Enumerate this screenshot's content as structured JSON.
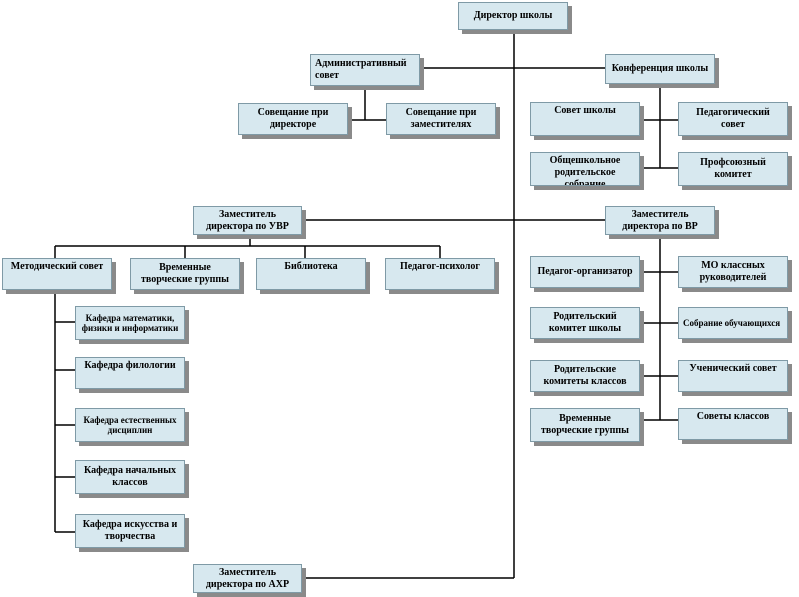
{
  "nodes": {
    "director": "Директор школы",
    "admin_council": "Административный совет",
    "conference": "Конференция школы",
    "meeting_director": "Совещание при директоре",
    "meeting_deputies": "Совещание при заместителях",
    "school_council": "Совет школы",
    "pedagogical_council": "Педагогический совет",
    "parent_committee": "Общешкольное родительское собрание",
    "trade_union": "Профсоюзный комитет",
    "deputy_uvr": "Заместитель директора по УВР",
    "deputy_vr": "Заместитель директора по ВР",
    "method_council": "Методический совет",
    "creative_groups_1": "Временные творческие группы",
    "library": "Библиотека",
    "psychologist": "Педагог-психолог",
    "dept_math": "Кафедра математики, физики и информатики",
    "dept_philology": "Кафедра филологии",
    "dept_science": "Кафедра естественных дисциплин",
    "dept_primary": "Кафедра начальных классов",
    "dept_art": "Кафедра искусства и творчества",
    "deputy_ahr": "Заместитель директора по АХР",
    "organizer": "Педагог-организатор",
    "mo_class": "МО классных руководителей",
    "parent_committee_school": "Родительский комитет школы",
    "students_assembly": "Собрание обучающихся",
    "parent_committees_classes": "Родительские комитеты классов",
    "student_council": "Ученический совет",
    "creative_groups_2": "Временные творческие группы",
    "class_councils": "Советы классов"
  },
  "colors": {
    "box_fill": "#d7e8ef",
    "box_border": "#7f9aa6",
    "shadow": "#8a8a8a",
    "line": "#000000"
  }
}
